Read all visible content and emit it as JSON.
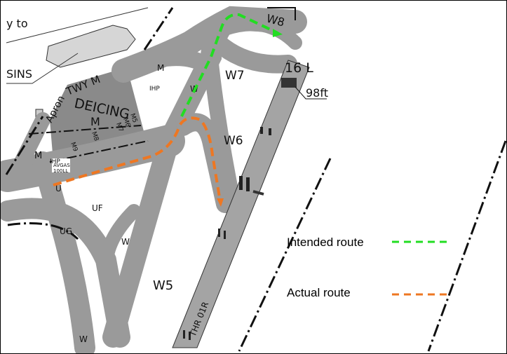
{
  "labels": {
    "y_to": "y to",
    "sins": "SINS",
    "apron": "Apron",
    "twy_m": "TWY M",
    "deicing": "DEICING",
    "m": "M",
    "m5": "M5",
    "m6": "M6",
    "m7": "M7",
    "m8": "M8",
    "m9": "M9",
    "ihp": "IHP",
    "avgas": "AVGAS",
    "avgas_grade": "100LL",
    "u": "U",
    "uf": "UF",
    "ug": "UG",
    "w": "W",
    "w5": "W5",
    "w6": "W6",
    "w7": "W7",
    "w8": "W8",
    "runway_16l": "16 L",
    "elevation": "98ft",
    "thr_01r": "THR 01R"
  },
  "legend": {
    "intended": {
      "label": "Intended route",
      "color": "#22dd22"
    },
    "actual": {
      "label": "Actual route",
      "color": "#ee7722"
    }
  },
  "colors": {
    "pavement": "#9a9a9a",
    "apron": "#8a8a8a"
  }
}
